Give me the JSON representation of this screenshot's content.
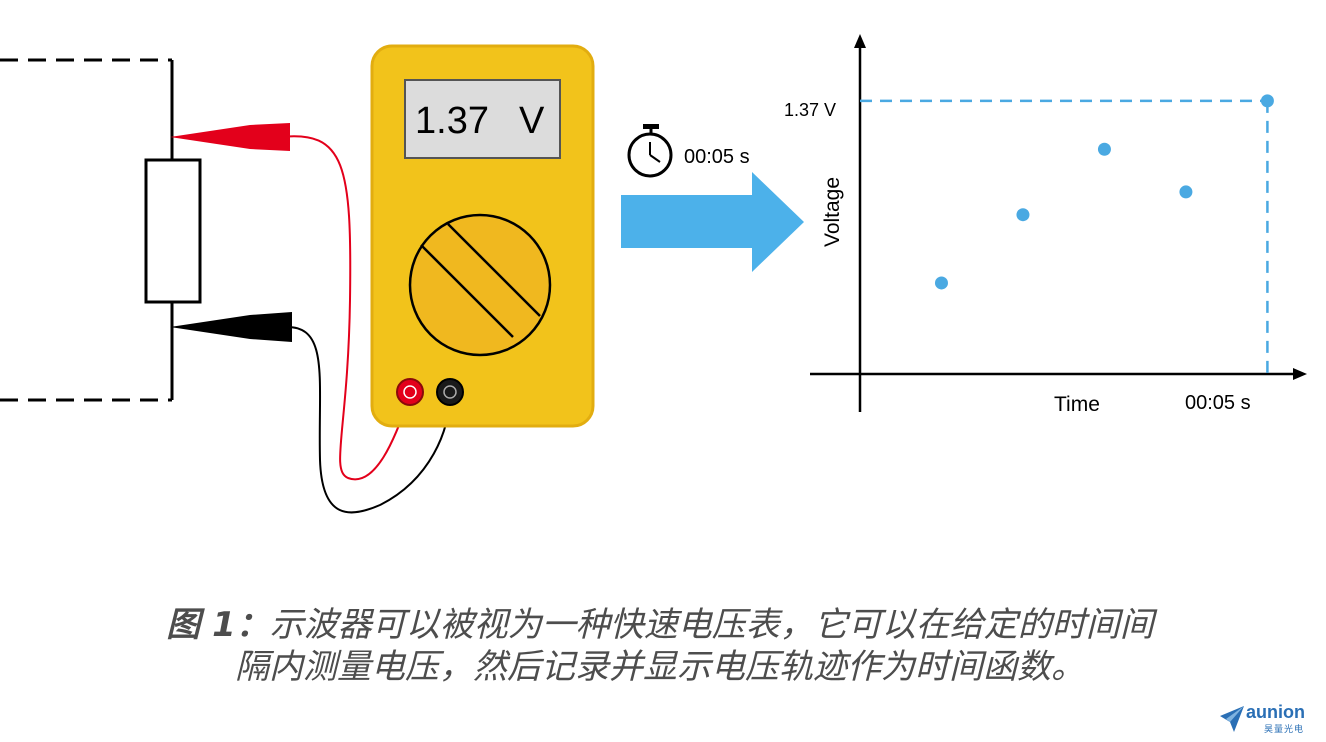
{
  "meter": {
    "reading": "1.37",
    "unit": "V"
  },
  "timer": {
    "label": "00:05 s"
  },
  "chart_data": {
    "type": "scatter",
    "xlabel": "Time",
    "ylabel": "Voltage",
    "x_tick_label": "00:05 s",
    "y_tick_label": "1.37 V",
    "points": [
      {
        "x": 1,
        "y": 1
      },
      {
        "x": 2,
        "y": 2.2
      },
      {
        "x": 3,
        "y": 3.35
      },
      {
        "x": 4,
        "y": 2.6
      },
      {
        "x": 5,
        "y": 4.2
      }
    ],
    "xlim": [
      0,
      5.4
    ],
    "ylim": [
      -0.6,
      5.2
    ],
    "color": "#4aa9e2",
    "guide_style": "dashed"
  },
  "caption": {
    "lead": "图 1：",
    "text": "示波器可以被视为一种快速电压表，它可以在给定的时间间隔内测量电压，然后记录并显示电压轨迹作为时间函数。"
  },
  "logo": {
    "brand": "aunion",
    "sub": "昊量光电"
  },
  "colors": {
    "meter_body": "#f2c31b",
    "dial": "#f0b81f",
    "arrow": "#4cb1ea",
    "probe_red": "#e3001b",
    "probe_black": "#000000"
  }
}
